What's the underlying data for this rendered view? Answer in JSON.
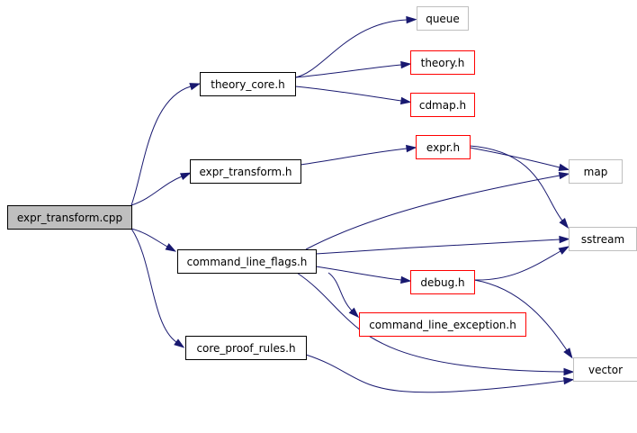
{
  "colors": {
    "edge": "#191970",
    "root_fill": "#bfbfbf",
    "border_black": "#000000",
    "border_red": "#ff0000",
    "border_gray": "#bfbfbf",
    "fill": "#ffffff"
  },
  "nodes": [
    {
      "id": "expr_transform_cpp",
      "label": "expr_transform.cpp",
      "style": "root"
    },
    {
      "id": "theory_core_h",
      "label": "theory_core.h",
      "style": "black"
    },
    {
      "id": "expr_transform_h",
      "label": "expr_transform.h",
      "style": "black"
    },
    {
      "id": "command_line_flags_h",
      "label": "command_line_flags.h",
      "style": "black"
    },
    {
      "id": "core_proof_rules_h",
      "label": "core_proof_rules.h",
      "style": "black"
    },
    {
      "id": "queue",
      "label": "queue",
      "style": "gray"
    },
    {
      "id": "theory_h",
      "label": "theory.h",
      "style": "red"
    },
    {
      "id": "cdmap_h",
      "label": "cdmap.h",
      "style": "red"
    },
    {
      "id": "expr_h",
      "label": "expr.h",
      "style": "red"
    },
    {
      "id": "map",
      "label": "map",
      "style": "gray"
    },
    {
      "id": "sstream",
      "label": "sstream",
      "style": "gray"
    },
    {
      "id": "debug_h",
      "label": "debug.h",
      "style": "red"
    },
    {
      "id": "command_line_exception_h",
      "label": "command_line_exception.h",
      "style": "red"
    },
    {
      "id": "vector",
      "label": "vector",
      "style": "gray"
    }
  ],
  "edges": [
    {
      "from": "expr_transform_cpp",
      "to": "theory_core_h"
    },
    {
      "from": "expr_transform_cpp",
      "to": "expr_transform_h"
    },
    {
      "from": "expr_transform_cpp",
      "to": "command_line_flags_h"
    },
    {
      "from": "expr_transform_cpp",
      "to": "core_proof_rules_h"
    },
    {
      "from": "theory_core_h",
      "to": "queue"
    },
    {
      "from": "theory_core_h",
      "to": "theory_h"
    },
    {
      "from": "theory_core_h",
      "to": "cdmap_h"
    },
    {
      "from": "expr_transform_h",
      "to": "expr_h"
    },
    {
      "from": "expr_h",
      "to": "map"
    },
    {
      "from": "expr_h",
      "to": "sstream"
    },
    {
      "from": "command_line_flags_h",
      "to": "map"
    },
    {
      "from": "command_line_flags_h",
      "to": "sstream"
    },
    {
      "from": "command_line_flags_h",
      "to": "debug_h"
    },
    {
      "from": "command_line_flags_h",
      "to": "command_line_exception_h"
    },
    {
      "from": "command_line_flags_h",
      "to": "vector"
    },
    {
      "from": "debug_h",
      "to": "sstream"
    },
    {
      "from": "debug_h",
      "to": "vector"
    },
    {
      "from": "core_proof_rules_h",
      "to": "vector"
    }
  ]
}
